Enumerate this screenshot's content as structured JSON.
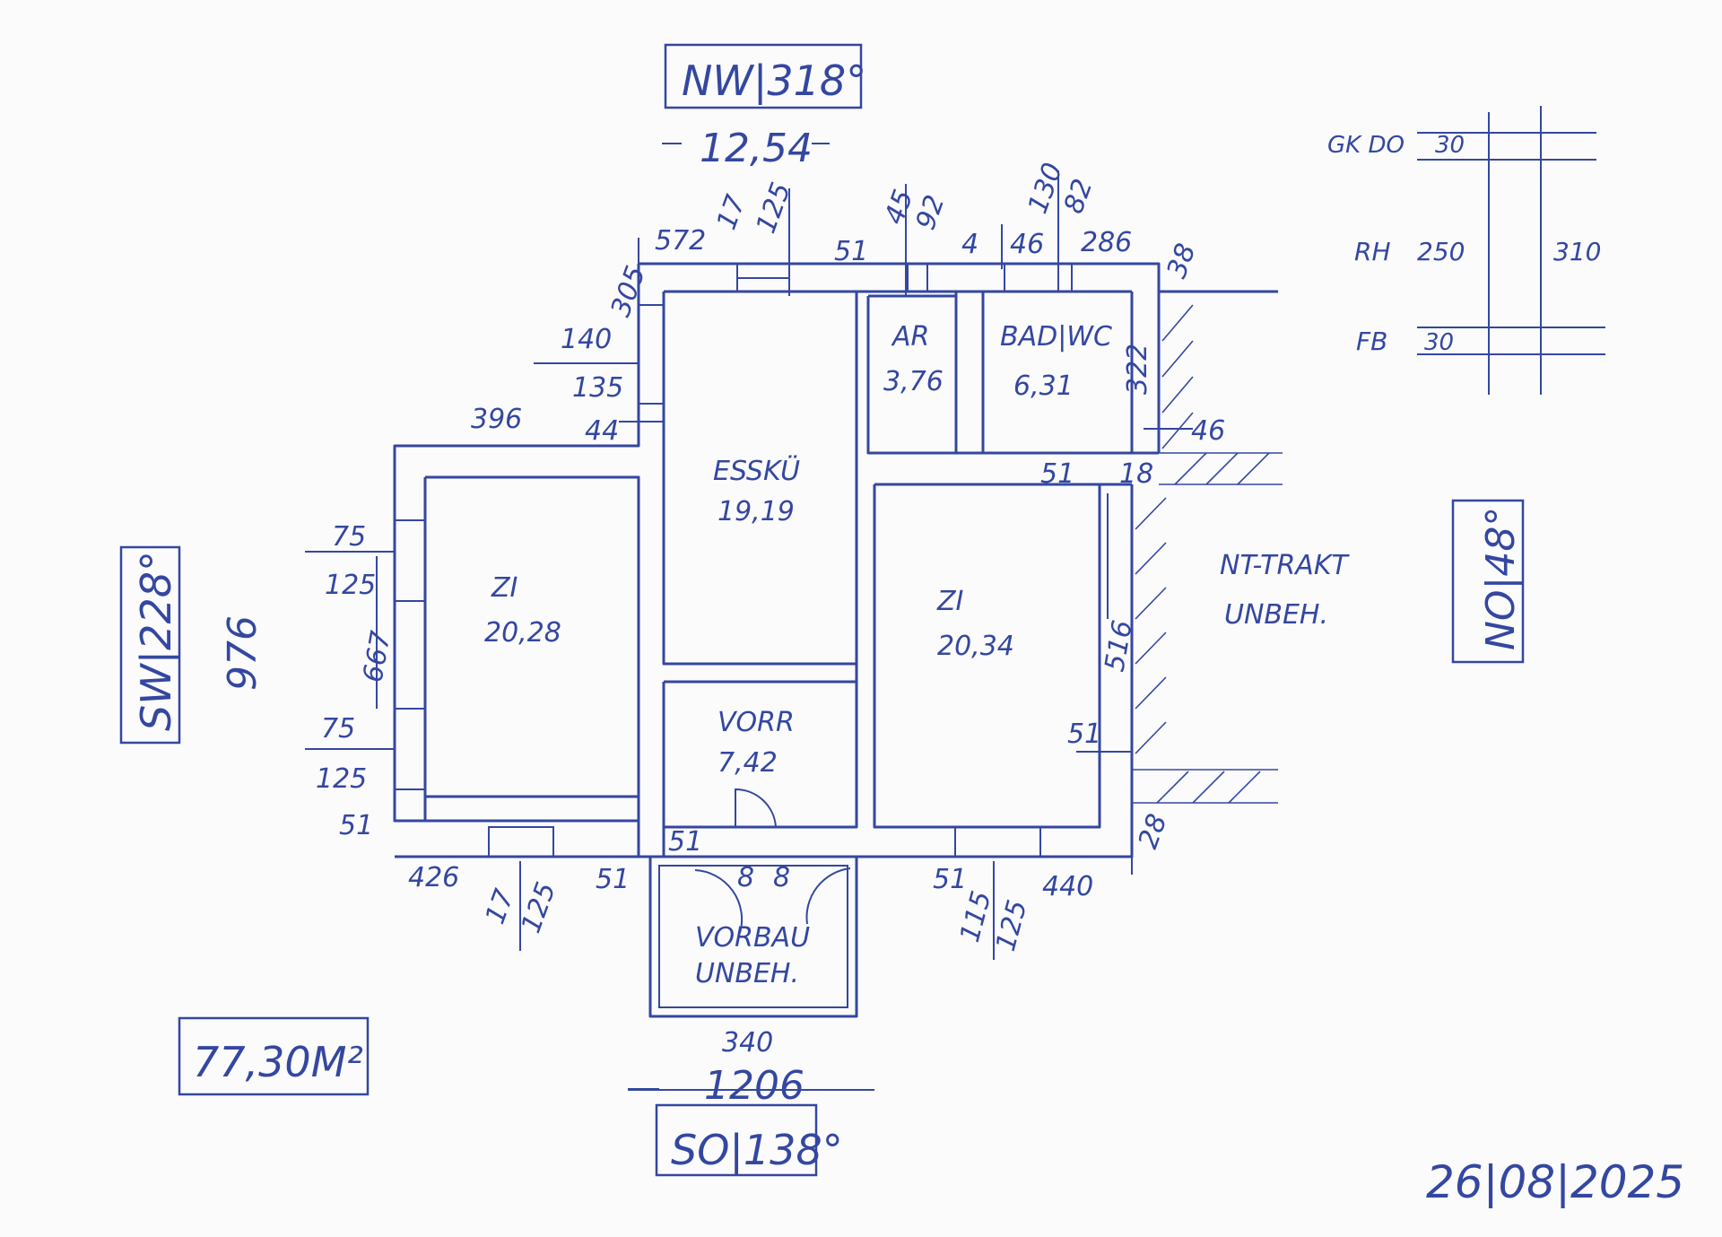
{
  "orientation": {
    "north_west": "NW|318°",
    "south_west": "SW|228°",
    "south_east": "SO|138°",
    "north_east": "NO|48°"
  },
  "totals": {
    "top_length": "12,54",
    "bottom_length": "1206",
    "left_height": "976",
    "area": "77,30M²",
    "date": "26|08|2025"
  },
  "rooms": {
    "esskue": {
      "name": "ESSKÜ",
      "area": "19,19"
    },
    "ar": {
      "name": "AR",
      "area": "3,76"
    },
    "bad": {
      "name": "BAD|WC",
      "area": "6,31"
    },
    "zi_left": {
      "name": "ZI",
      "area": "20,28"
    },
    "zi_right": {
      "name": "ZI",
      "area": "20,34"
    },
    "vorr": {
      "name": "VORR",
      "area": "7,42"
    },
    "vorbau": {
      "line1": "VORBAU",
      "line2": "UNBEH."
    },
    "nt": {
      "line1": "NT-TRAKT",
      "line2": "UNBEH."
    }
  },
  "dimensions": {
    "d572": "572",
    "d17a": "17",
    "d125a": "125",
    "d51a": "51",
    "d45": "45",
    "d92": "92",
    "d4": "4",
    "d46a": "46",
    "d130": "130",
    "d82": "82",
    "d286": "286",
    "d38": "38",
    "d305": "305",
    "d140": "140",
    "d135": "135",
    "d44": "44",
    "d396": "396",
    "d322": "322",
    "d46b": "46",
    "d51b": "51",
    "d18": "18",
    "d75a": "75",
    "d125b": "125",
    "d667": "667",
    "d75b": "75",
    "d125c": "125",
    "d51c": "51",
    "d516": "516",
    "d51d": "51",
    "d426": "426",
    "d17b": "17",
    "d125d": "125",
    "d51e": "51",
    "d51f": "51",
    "d8a": "8",
    "d8b": "8",
    "d51g": "51",
    "d115": "115",
    "d125e": "125",
    "d440": "440",
    "d28": "28",
    "d340": "340"
  },
  "section": {
    "gk_do": "GK DO",
    "v30a": "30",
    "rh": "RH",
    "v250": "250",
    "v310": "310",
    "fb": "FB",
    "v30b": "30"
  }
}
